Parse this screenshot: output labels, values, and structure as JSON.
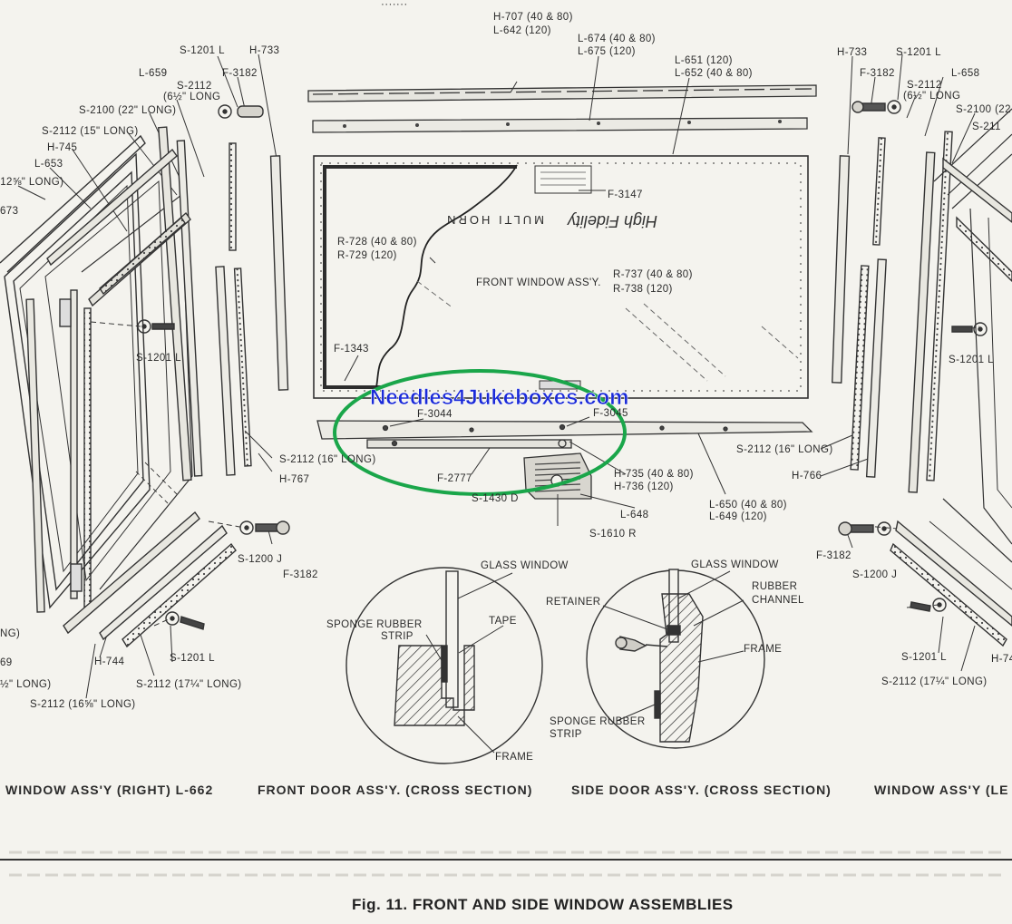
{
  "figure": {
    "caption": "Fig. 11.  FRONT AND SIDE WINDOW ASSEMBLIES",
    "top_partial_text": "·······"
  },
  "watermark": {
    "text": "Needles4Jukeboxes.com",
    "color": "#1a2ad8",
    "circle_color": "#1aa64a"
  },
  "front_window": {
    "label_assy": "FRONT WINDOW ASS'Y.",
    "label_r737": "R-737 (40 & 80)",
    "label_r738": "R-738 (120)",
    "plate_text": "MULTI  HORN",
    "script_text": "High Fidelity",
    "label_r728": "R-728 (40 & 80)",
    "label_r729": "R-729 (120)",
    "label_f1343": "F-1343",
    "label_f3147": "F-3147"
  },
  "top_parts": {
    "h707": "H-707 (40 & 80)",
    "l642": "L-642 (120)",
    "l674": "L-674 (40 & 80)",
    "l675": "L-675 (120)",
    "l651": "L-651 (120)",
    "l652": "L-652 (40 & 80)"
  },
  "bottom_parts": {
    "f3044": "F-3044",
    "f3045": "F-3045",
    "f2777": "F-2777",
    "s1430d": "S-1430 D",
    "h735": "H-735 (40 & 80)",
    "h736": "H-736 (120)",
    "l648": "L-648",
    "s1610r": "S-1610 R",
    "l650": "L-650 (40 & 80)",
    "l649": "L-649 (120)"
  },
  "left_assy": {
    "s1201l_top": "S-1201 L",
    "h733": "H-733",
    "l659": "L-659",
    "f3182_top": "F-3182",
    "s2112_a": "S-2112",
    "s2112_a_len": "(6½\" LONG",
    "s2100": "S-2100 (22\" LONG)",
    "s2112_15": "S-2112 (15\" LONG)",
    "h745": "H-745",
    "l653": "L-653",
    "len_12": "(12⅝\" LONG)",
    "n673": "673",
    "s1201l_mid": "S-1201 L",
    "s2112_16": "S-2112 (16\" LONG)",
    "h767": "H-767",
    "s1200j": "S-1200 J",
    "f3182_bot": "F-3182",
    "s1201l_bot": "S-1201 L",
    "h744": "H-744",
    "s2112_17": "S-2112 (17¼\" LONG)",
    "s2112_16b": "S-2112 (16⅝\" LONG)",
    "frag_ng": "NG)",
    "frag_69": "69",
    "frag_long": "½\" LONG)",
    "caption": "WINDOW ASS'Y (RIGHT) L-662"
  },
  "right_assy": {
    "h733": "H-733",
    "s1201l_top": "S-1201 L",
    "l658": "L-658",
    "f3182_top": "F-3182",
    "s2112_a": "S-2112",
    "s2112_a_len": "(6½\" LONG",
    "s2100": "S-2100 (22",
    "s211": "S-211",
    "s1201l_mid": "S-1201 L",
    "s2112_16": "S-2112 (16\" LONG)",
    "h766": "H-766",
    "f3182_bot": "F-3182",
    "s1200j": "S-1200 J",
    "s1201l_bot": "S-1201 L",
    "h74": "H-74",
    "s2112_17": "S-2112 (17¼\" LONG)",
    "caption": "WINDOW ASS'Y (LE"
  },
  "front_section": {
    "glass": "GLASS WINDOW",
    "tape": "TAPE",
    "sponge": "SPONGE RUBBER",
    "strip": "STRIP",
    "frame": "FRAME",
    "caption": "FRONT DOOR ASS'Y. (CROSS SECTION)"
  },
  "side_section": {
    "glass": "GLASS WINDOW",
    "retainer": "RETAINER",
    "rubber": "RUBBER",
    "channel": "CHANNEL",
    "frame": "FRAME",
    "sponge": "SPONGE RUBBER",
    "strip": "STRIP",
    "caption": "SIDE DOOR ASS'Y. (CROSS SECTION)"
  }
}
